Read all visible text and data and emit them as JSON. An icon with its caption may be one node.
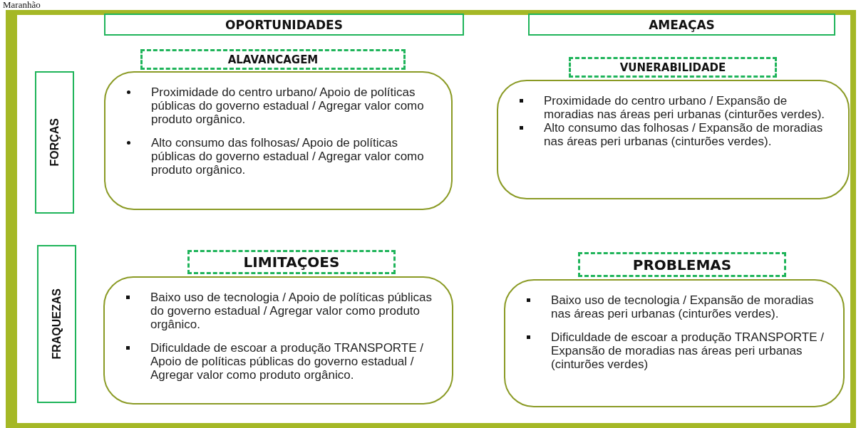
{
  "diagram": {
    "nodes": [
      {
        "text": [
          "OPORTUNIDADES"
        ]
      },
      {
        "text": [
          "AMEAÇAS"
        ]
      },
      {
        "text": [
          "FORÇAS"
        ]
      },
      {
        "text": [
          "ALAVANCAGEM"
        ]
      },
      {
        "text": [
          "Proximidade do centro urbano/ Apoio de políticas públicas do governo estadual / Agregar valor como produto orgânico.",
          "Alto consumo das folhosas/ Apoio de políticas públicas do governo estadual / Agregar valor como produto orgânico."
        ]
      },
      {
        "text": [
          "VUNERABILIDADE"
        ]
      },
      {
        "text": [
          "Proximidade do centro urbano / Expansão de moradias nas áreas peri urbanas (cinturões verdes).",
          "Alto consumo das folhosas / Expansão de moradias nas áreas peri urbanas (cinturões verdes)."
        ]
      },
      {
        "text": [
          "FRAQUEZAS"
        ]
      },
      {
        "text": [
          "LIMITAÇOES"
        ]
      },
      {
        "text": [
          "Baixo uso de tecnologia / Apoio de políticas públicas do governo estadual / Agregar valor como produto orgânico.",
          "Dificuldade de escoar a produção TRANSPORTE / Apoio de políticas públicas do governo estadual / Agregar valor como produto orgânico."
        ]
      },
      {
        "text": [
          "PROBLEMAS"
        ]
      },
      {
        "text": [
          "Baixo uso de tecnologia / Expansão de moradias nas áreas peri urbanas (cinturões verdes).",
          "Dificuldade de escoar a produção TRANSPORTE / Expansão de moradias nas áreas peri urbanas (cinturões verdes)"
        ]
      }
    ],
    "labels": [
      "Maranhão"
    ]
  }
}
